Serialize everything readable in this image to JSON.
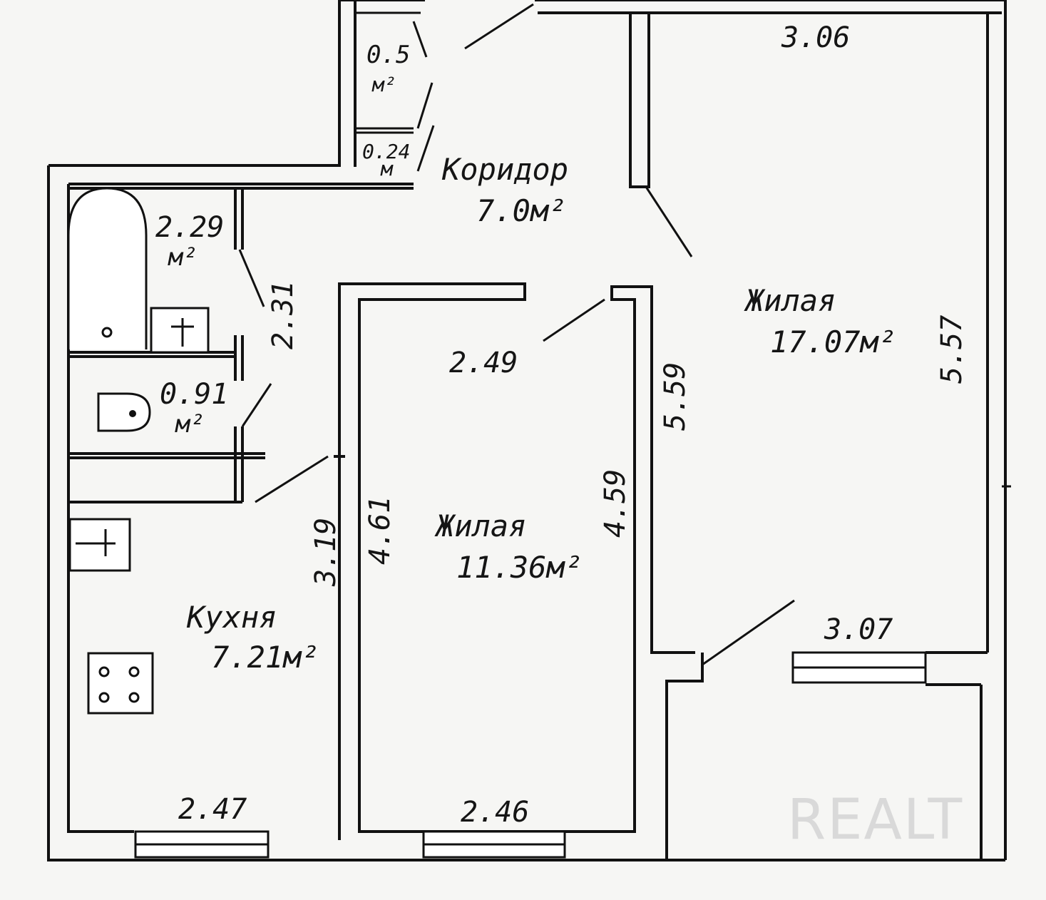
{
  "rooms": {
    "corridor": {
      "name": "Коридор",
      "area": "7.0м²"
    },
    "living_large": {
      "name": "Жилая",
      "area": "17.07м²"
    },
    "living_small": {
      "name": "Жилая",
      "area": "11.36м²"
    },
    "kitchen": {
      "name": "Кухня",
      "area": "7.21м²"
    },
    "bathroom": {
      "area_value": "2.29",
      "area_unit": "м²"
    },
    "toilet": {
      "area_value": "0.91",
      "area_unit": "м²"
    },
    "closet_1": {
      "area_value": "0.5",
      "area_unit": "м²"
    },
    "closet_2": {
      "area_value": "0.24",
      "area_unit": "м"
    }
  },
  "dimensions": {
    "large_top": "3.06",
    "large_right": "5.57",
    "large_left": "5.59",
    "large_bottom": "3.07",
    "small_top": "2.49",
    "small_left": "4.61",
    "small_right": "4.59",
    "small_bottom": "2.46",
    "kitchen_bottom": "2.47",
    "kitchen_right": "3.19",
    "bathroom_right": "2.31"
  },
  "watermark": "REALT",
  "colors": {
    "line": "#111111",
    "paper": "#f6f6f4",
    "watermark": "#d9d9d9"
  }
}
